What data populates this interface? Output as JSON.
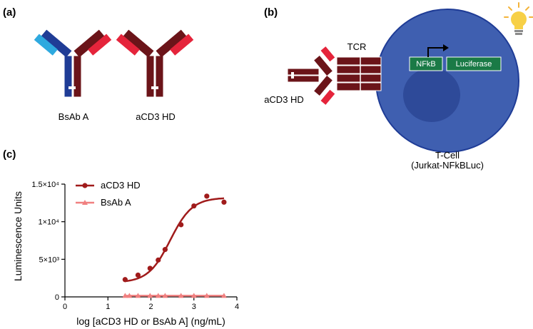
{
  "panels": {
    "a": {
      "label": "(a)",
      "antibody1_name": "BsAb A",
      "antibody2_name": "aCD3 HD"
    },
    "b": {
      "label": "(b)",
      "tcr_label": "TCR",
      "antibody_label": "aCD3 HD",
      "nfkb_label": "NFkB",
      "luciferase_label": "Luciferase",
      "cell_label_line1": "T-Cell",
      "cell_label_line2": "(Jurkat-NFkBLuc)",
      "icon": "lightbulb-icon"
    },
    "c": {
      "label": "(c)"
    }
  },
  "colors": {
    "dark_red": "#6b1419",
    "bright_red": "#e5243b",
    "navy": "#1f3c96",
    "light_blue": "#2ea9df",
    "cell_blue": "#3f5fb0",
    "nucleus_blue": "#2e4a99",
    "green": "#1a7a46",
    "series1": "#a01b1b",
    "series2": "#f08080",
    "bulb": "#f7d046"
  },
  "chart_data": {
    "type": "scatter",
    "title": "",
    "xlabel": "log [aCD3 HD or BsAb A] (ng/mL)",
    "ylabel": "Luminescence Units",
    "xlim": [
      0,
      4
    ],
    "ylim": [
      0,
      15000
    ],
    "x_ticks": [
      "0",
      "1",
      "2",
      "3",
      "4"
    ],
    "y_ticks": [
      {
        "value": 0,
        "label": "0"
      },
      {
        "value": 5000,
        "label": "5×10³"
      },
      {
        "value": 10000,
        "label": "1×10⁴"
      },
      {
        "value": 15000,
        "label": "1.5×10⁴"
      }
    ],
    "legend_position": "top-left",
    "series": [
      {
        "name": "aCD3 HD",
        "marker": "circle",
        "x": [
          1.4,
          1.7,
          1.98,
          2.17,
          2.33,
          2.7,
          3.0,
          3.3,
          3.7
        ],
        "y": [
          2300,
          2900,
          3800,
          4900,
          6300,
          9600,
          12100,
          13400,
          12600
        ],
        "fit": {
          "bottom": 1900,
          "top": 13200,
          "logEC50": 2.45,
          "hill": 1.7
        }
      },
      {
        "name": "BsAb A",
        "marker": "triangle",
        "x": [
          1.4,
          1.5,
          1.7,
          1.98,
          2.17,
          2.33,
          2.7,
          3.0,
          3.3,
          3.7
        ],
        "y": [
          150,
          150,
          150,
          150,
          150,
          150,
          150,
          150,
          150,
          150
        ]
      }
    ]
  }
}
